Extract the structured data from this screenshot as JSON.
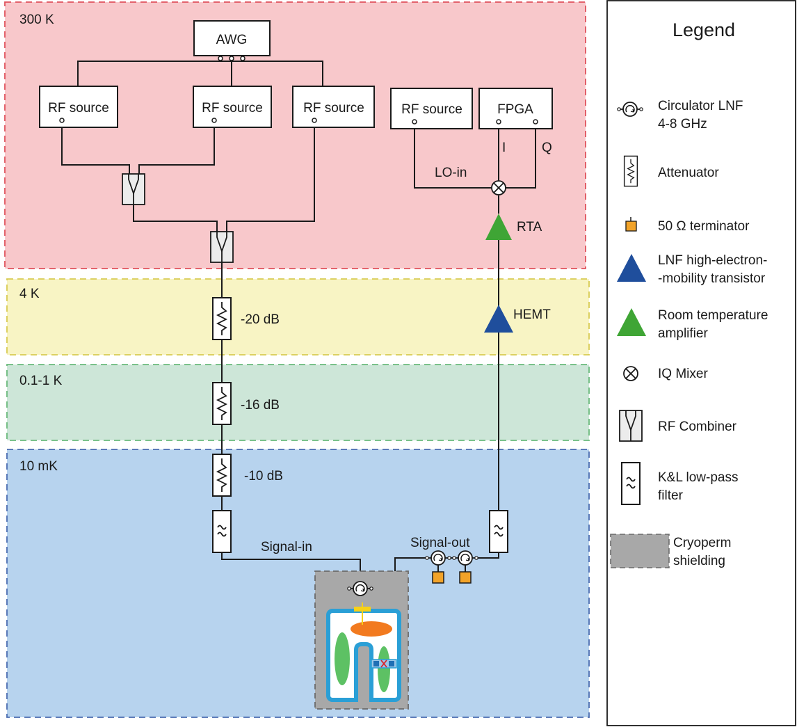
{
  "zones": {
    "z300k": {
      "label": "300 K",
      "color": "#f8c8cb",
      "border": "#e0525c"
    },
    "z4k": {
      "label": "4 K",
      "color": "#f8f4c4",
      "border": "#d8cb52"
    },
    "z01k": {
      "label": "0.1-1 K",
      "color": "#cde6d8",
      "border": "#6aba7c"
    },
    "z10mk": {
      "label": "10 mK",
      "color": "#b7d3ee",
      "border": "#4a6cb0"
    }
  },
  "instruments": {
    "awg": "AWG",
    "rf_source": "RF source",
    "fpga": "FPGA",
    "i_port": "I",
    "q_port": "Q",
    "lo_in": "LO-in"
  },
  "attenuators": {
    "att_4k": "-20 dB",
    "att_01k": "-16 dB",
    "att_10mk": "-10 dB"
  },
  "amplifiers": {
    "rta": "RTA",
    "hemt": "HEMT"
  },
  "signals": {
    "signal_in": "Signal-in",
    "signal_out": "Signal-out"
  },
  "legend": {
    "title": "Legend",
    "circulator": [
      "Circulator LNF",
      "4-8 GHz"
    ],
    "attenuator": "Attenuator",
    "terminator": "50 Ω terminator",
    "hemt": [
      "LNF high-electron-",
      "-mobility transistor"
    ],
    "rta": [
      "Room temperature",
      "amplifier"
    ],
    "mixer": "IQ Mixer",
    "combiner": "RF Combiner",
    "filter": [
      "K&L low-pass",
      "filter"
    ],
    "shielding": [
      "Cryoperm",
      "shielding"
    ]
  },
  "colors": {
    "hemt_blue": "#1f4e9c",
    "rta_green": "#3fa535",
    "terminator_orange": "#f2a329",
    "shield_gray": "#a8a8a8",
    "resonator_blue": "#2a9fd6",
    "mode_green": "#41b649",
    "mode_orange": "#f27a1f",
    "yellow_pin": "#f7d117"
  }
}
